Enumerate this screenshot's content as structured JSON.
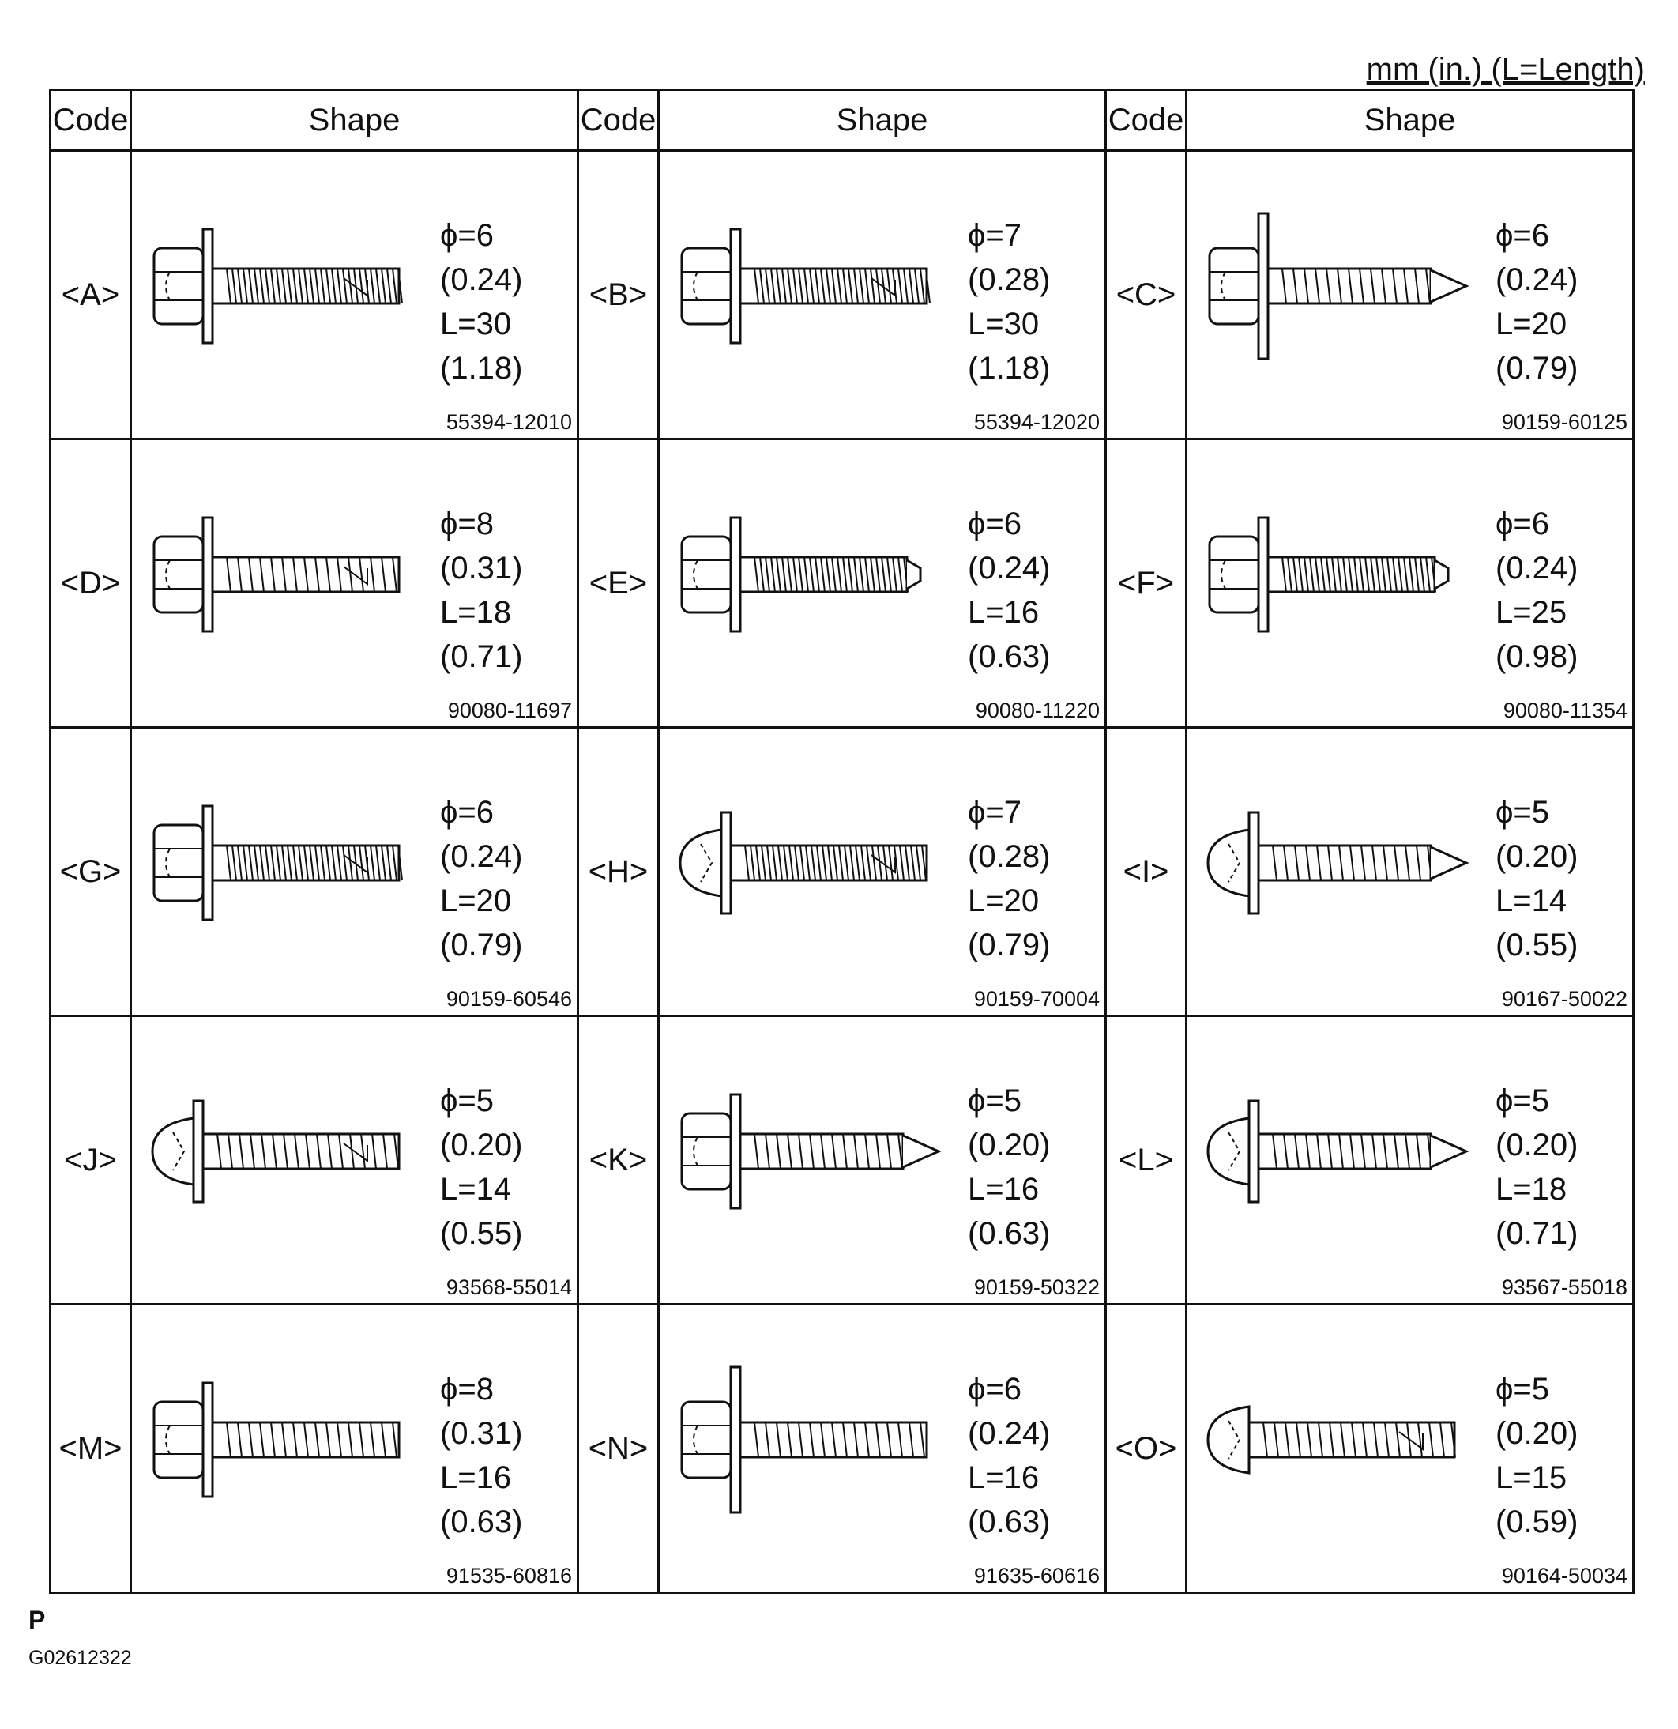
{
  "units_note": "mm (in.) (L=Length)",
  "headers": {
    "code": "Code",
    "shape": "Shape"
  },
  "fasteners": [
    {
      "code": "<A>",
      "dia": "ϕ=6",
      "dia_in": "(0.24)",
      "length": "L=30",
      "length_in": "(1.18)",
      "part": "55394-12010",
      "head": "hex",
      "thread": "tap-fine"
    },
    {
      "code": "<B>",
      "dia": "ϕ=7",
      "dia_in": "(0.28)",
      "length": "L=30",
      "length_in": "(1.18)",
      "part": "55394-12020",
      "head": "hex",
      "thread": "tap-fine"
    },
    {
      "code": "<C>",
      "dia": "ϕ=6",
      "dia_in": "(0.24)",
      "length": "L=20",
      "length_in": "(0.79)",
      "part": "90159-60125",
      "head": "hex-tall-washer",
      "thread": "pointed"
    },
    {
      "code": "<D>",
      "dia": "ϕ=8",
      "dia_in": "(0.31)",
      "length": "L=18",
      "length_in": "(0.71)",
      "part": "90080-11697",
      "head": "hex",
      "thread": "tap-coarse"
    },
    {
      "code": "<E>",
      "dia": "ϕ=6",
      "dia_in": "(0.24)",
      "length": "L=16",
      "length_in": "(0.63)",
      "part": "90080-11220",
      "head": "hex",
      "thread": "blunt-point"
    },
    {
      "code": "<F>",
      "dia": "ϕ=6",
      "dia_in": "(0.24)",
      "length": "L=25",
      "length_in": "(0.98)",
      "part": "90080-11354",
      "head": "hex",
      "thread": "blunt-point"
    },
    {
      "code": "<G>",
      "dia": "ϕ=6",
      "dia_in": "(0.24)",
      "length": "L=20",
      "length_in": "(0.79)",
      "part": "90159-60546",
      "head": "hex",
      "thread": "tap-fine"
    },
    {
      "code": "<H>",
      "dia": "ϕ=7",
      "dia_in": "(0.28)",
      "length": "L=20",
      "length_in": "(0.79)",
      "part": "90159-70004",
      "head": "pan",
      "thread": "tap-fine"
    },
    {
      "code": "<I>",
      "dia": "ϕ=5",
      "dia_in": "(0.20)",
      "length": "L=14",
      "length_in": "(0.55)",
      "part": "90167-50022",
      "head": "pan",
      "thread": "pointed"
    },
    {
      "code": "<J>",
      "dia": "ϕ=5",
      "dia_in": "(0.20)",
      "length": "L=14",
      "length_in": "(0.55)",
      "part": "93568-55014",
      "head": "pan",
      "thread": "tap-coarse"
    },
    {
      "code": "<K>",
      "dia": "ϕ=5",
      "dia_in": "(0.20)",
      "length": "L=16",
      "length_in": "(0.63)",
      "part": "90159-50322",
      "head": "hex",
      "thread": "pointed"
    },
    {
      "code": "<L>",
      "dia": "ϕ=5",
      "dia_in": "(0.20)",
      "length": "L=18",
      "length_in": "(0.71)",
      "part": "93567-55018",
      "head": "pan",
      "thread": "pointed"
    },
    {
      "code": "<M>",
      "dia": "ϕ=8",
      "dia_in": "(0.31)",
      "length": "L=16",
      "length_in": "(0.63)",
      "part": "91535-60816",
      "head": "hex",
      "thread": "flat"
    },
    {
      "code": "<N>",
      "dia": "ϕ=6",
      "dia_in": "(0.24)",
      "length": "L=16",
      "length_in": "(0.63)",
      "part": "91635-60616",
      "head": "hex-tall-washer",
      "thread": "flat"
    },
    {
      "code": "<O>",
      "dia": "ϕ=5",
      "dia_in": "(0.20)",
      "length": "L=15",
      "length_in": "(0.59)",
      "part": "90164-50034",
      "head": "pan-no-washer",
      "thread": "tap-coarse"
    }
  ],
  "footer": {
    "label": "P",
    "figure_id": "G02612322"
  }
}
